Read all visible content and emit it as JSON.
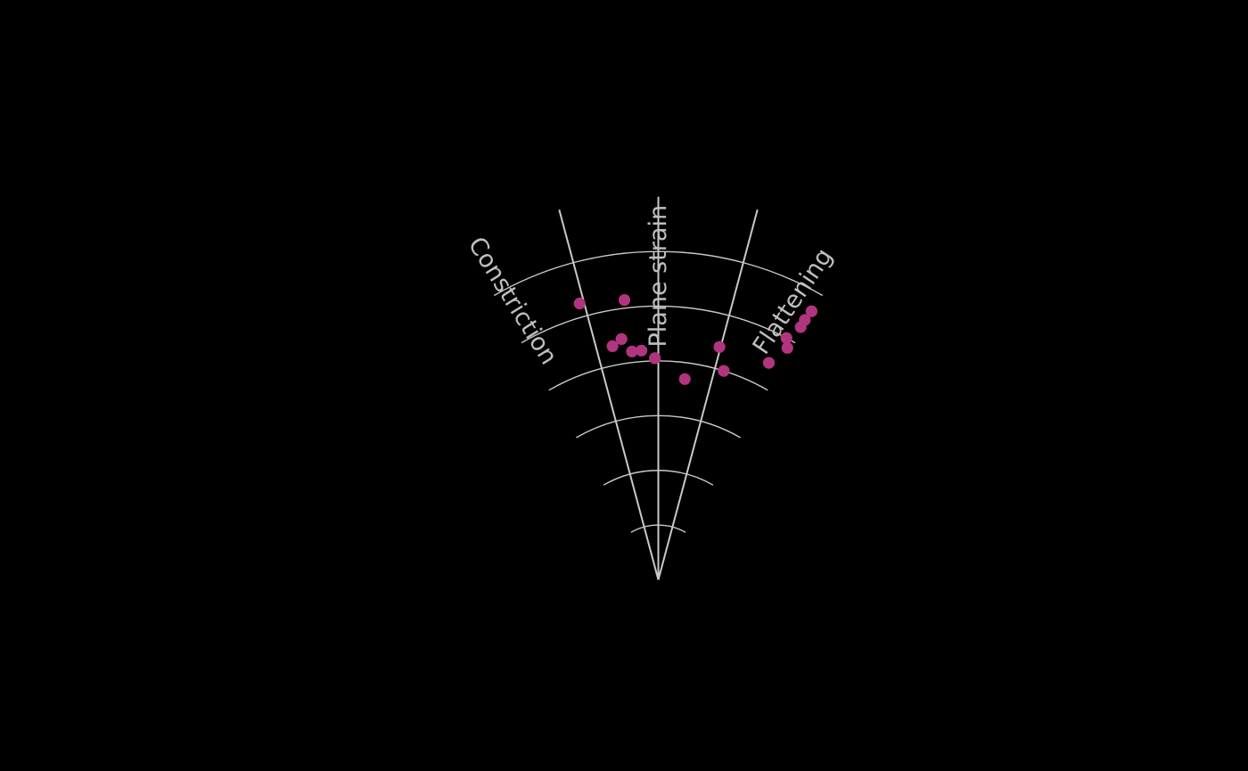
{
  "figure": {
    "background_color": "#000000"
  },
  "chart_data": {
    "type": "scatter",
    "subtype": "hsu-fan-strain-diagram",
    "title": "",
    "xlabel": "",
    "ylabel": "",
    "legend": null,
    "region_labels": [
      {
        "text": "Constriction",
        "nu": -0.92,
        "es": 1.15,
        "rotation_deg": 58
      },
      {
        "text": "Plane strain",
        "nu": 0.0,
        "es": 1.11,
        "rotation_deg": -90
      },
      {
        "text": "Flattening",
        "nu": 0.86,
        "es": 1.13,
        "rotation_deg": -56
      }
    ],
    "grid": {
      "fan_half_angle_deg": 30,
      "arc_es_values": [
        0.2,
        0.4,
        0.6,
        0.8,
        1.0,
        1.2
      ],
      "radial_nu_values": [
        -0.5,
        0,
        0.5
      ],
      "radial_extent_es": 1.4,
      "grid_on": true,
      "legend_position": "none"
    },
    "series": [
      {
        "name": "strain-samples",
        "marker": "circle",
        "marker_color": "#b1357e",
        "points": [
          {
            "nu": -0.53,
            "es": 1.05
          },
          {
            "nu": -0.23,
            "es": 1.03
          },
          {
            "nu": -0.37,
            "es": 0.87
          },
          {
            "nu": -0.29,
            "es": 0.89
          },
          {
            "nu": -0.22,
            "es": 0.84
          },
          {
            "nu": -0.14,
            "es": 0.84
          },
          {
            "nu": -0.03,
            "es": 0.81
          },
          {
            "nu": 0.25,
            "es": 0.74
          },
          {
            "nu": 0.49,
            "es": 0.88
          },
          {
            "nu": 0.58,
            "es": 0.8
          },
          {
            "nu": 0.9,
            "es": 0.89
          },
          {
            "nu": 0.93,
            "es": 1.0
          },
          {
            "nu": 0.97,
            "es": 0.97
          },
          {
            "nu": 0.98,
            "es": 1.06
          },
          {
            "nu": 0.98,
            "es": 1.09
          },
          {
            "nu": 0.99,
            "es": 1.13
          }
        ]
      }
    ],
    "colors": {
      "background": "#000000",
      "grid_line": "#c9c9c9",
      "label_text": "#bebebe",
      "marker": "#b1357e"
    }
  }
}
